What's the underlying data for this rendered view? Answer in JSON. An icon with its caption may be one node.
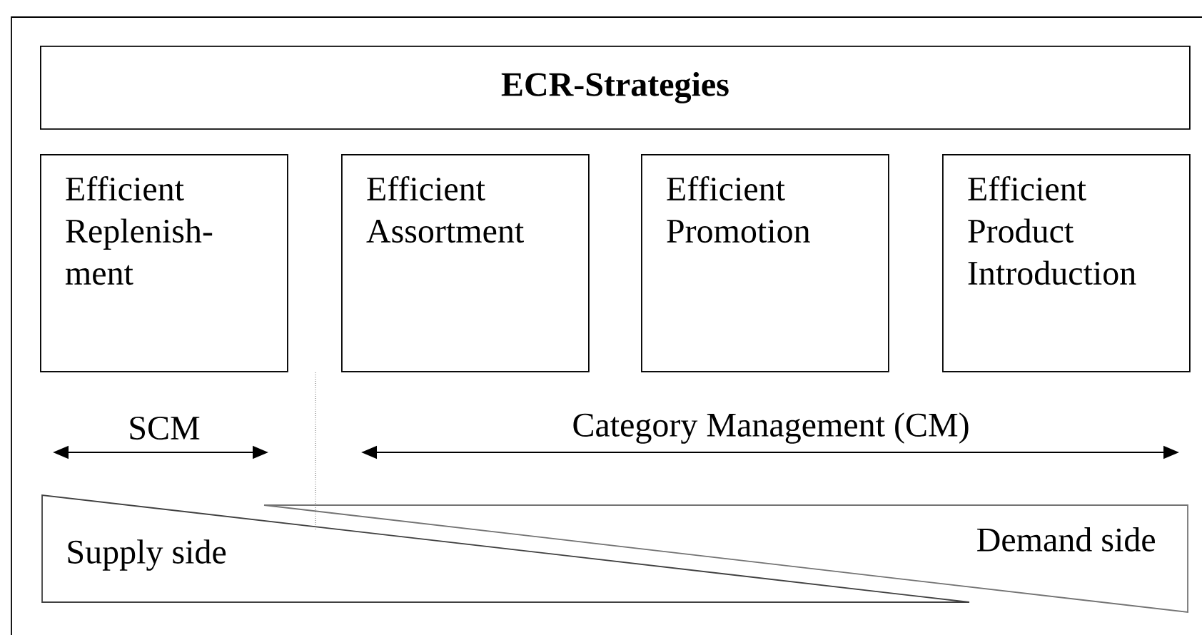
{
  "diagram": {
    "nodes": [
      {
        "text": [
          "ECR-Strategies"
        ]
      },
      {
        "text": [
          "Efficient Replenish- ment"
        ]
      },
      {
        "text": [
          "Efficient Assortment"
        ]
      },
      {
        "text": [
          "Efficient Promotion"
        ]
      },
      {
        "text": [
          "Efficient Product Introduction"
        ]
      },
      {
        "text": [
          "Supply side"
        ]
      },
      {
        "text": [
          "Demand side"
        ]
      }
    ],
    "labels": [
      "SCM",
      "Category Management (CM)"
    ]
  }
}
